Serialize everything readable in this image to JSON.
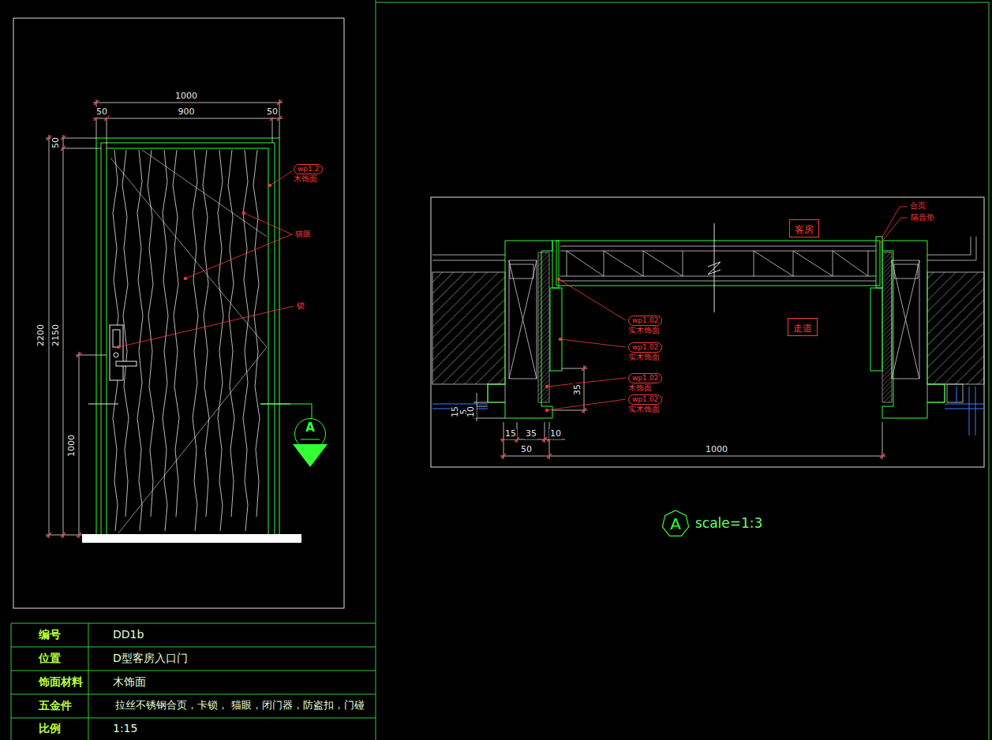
{
  "diagram": {
    "nodes": [
      {
        "text": [
          "wp1.2",
          "木饰面"
        ]
      },
      {
        "text": [
          "A"
        ]
      },
      {
        "text": [
          "客房"
        ]
      },
      {
        "text": [
          "走道"
        ]
      },
      {
        "text": [
          "wp1.02",
          "实木饰面"
        ]
      },
      {
        "text": [
          "wp1.02",
          "实木饰面"
        ]
      },
      {
        "text": [
          "wp1.02",
          "木饰面"
        ]
      },
      {
        "text": [
          "wp1.02",
          "实木饰面"
        ]
      },
      {
        "text": [
          "A"
        ]
      }
    ],
    "labels": [
      "1000",
      "50",
      "900",
      "50",
      "50",
      "2200",
      "2150",
      "1000",
      "猫眼",
      "锁",
      "合页",
      "隔音垫",
      "15",
      "5",
      "10",
      "35",
      "15",
      "35",
      "10",
      "50",
      "1000",
      "scale=1:3",
      "编号",
      "DD1b",
      "位置",
      "D型客房入口门",
      "饰面材料",
      "木饰面",
      "五金件",
      "拉丝不锈钢合页，卡锁， 猫眼，闭门器，防盗扣，门碰",
      "比例",
      "1:15"
    ]
  }
}
